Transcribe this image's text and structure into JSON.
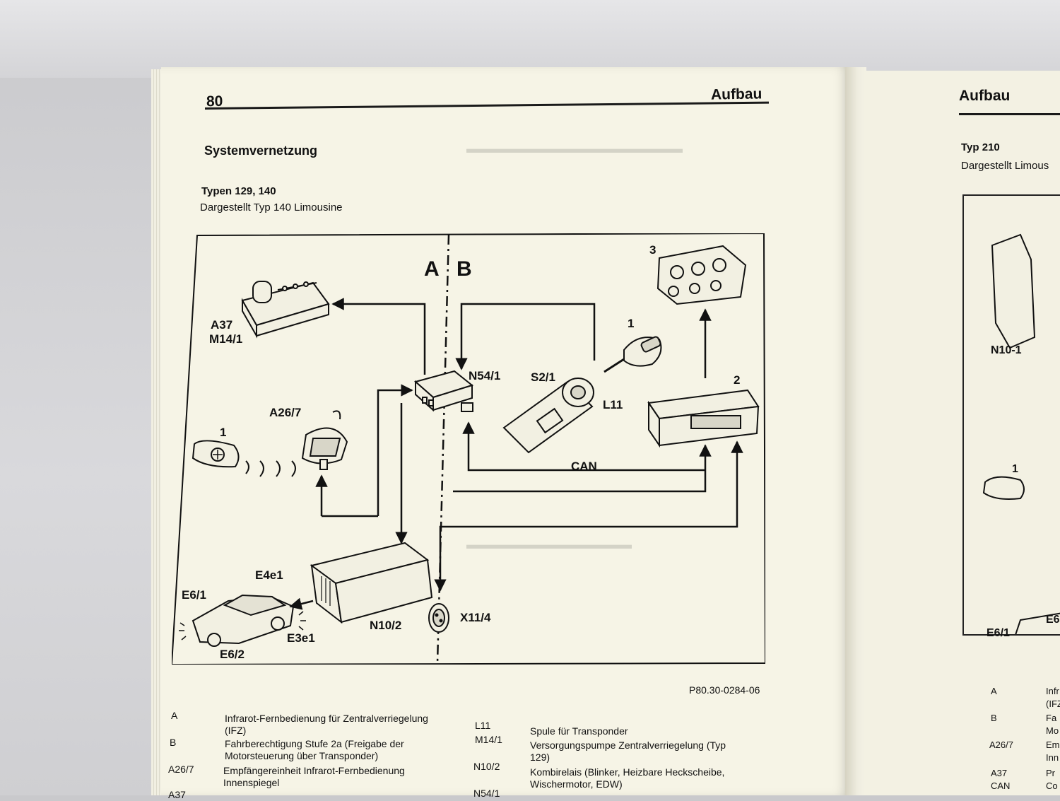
{
  "left_page": {
    "page_number": "80",
    "running_header": "Aufbau",
    "section_title": "Systemvernetzung",
    "types": "Typen 129, 140",
    "shown_as": "Dargestellt Typ 140 Limousine",
    "diagram": {
      "zone_a": "A",
      "zone_b": "B",
      "labels": {
        "a37": "A37",
        "m14_1": "M14/1",
        "a26_7": "A26/7",
        "n54_1": "N54/1",
        "s2_1": "S2/1",
        "l11": "L11",
        "can": "CAN",
        "n10_2": "N10/2",
        "x11_4": "X11/4",
        "e4e1": "E4e1",
        "e6_1": "E6/1",
        "e3e1": "E3e1",
        "e6_2": "E6/2",
        "num1_key": "1",
        "num1_top": "1",
        "num2": "2",
        "num3": "3"
      },
      "figure_code": "P80.30-0284-06"
    },
    "legend_left": [
      {
        "key": "A",
        "text": "Infrarot-Fernbedienung für Zentralverriegelung (IFZ)"
      },
      {
        "key": "B",
        "text": "Fahrberechtigung Stufe 2a (Freigabe der Motorsteuerung über Transponder)"
      },
      {
        "key": "A26/7",
        "text": "Empfängereinheit Infrarot-Fernbedienung Innenspiegel"
      },
      {
        "key": "A37",
        "text": ""
      }
    ],
    "legend_right": [
      {
        "key": "L11",
        "text": "Spule für Transponder"
      },
      {
        "key": "M14/1",
        "text": "Versorgungspumpe Zentralverriegelung (Typ 129)"
      },
      {
        "key": "N10/2",
        "text": "Kombirelais (Blinker, Heizbare Heckscheibe, Wischermotor, EDW)"
      },
      {
        "key": "N54/1",
        "text": ""
      }
    ]
  },
  "right_page": {
    "running_header": "Aufbau",
    "type": "Typ 210",
    "shown_as": "Dargestellt Limous",
    "labels": {
      "n10_1": "N10-1",
      "num1": "1",
      "e6_1": "E6/1",
      "e6": "E6"
    },
    "legend": [
      {
        "key": "A",
        "text": "Infr"
      },
      {
        "key": "",
        "text": "(IFZ"
      },
      {
        "key": "B",
        "text": "Fa"
      },
      {
        "key": "",
        "text": "Mo"
      },
      {
        "key": "A26/7",
        "text": "Em"
      },
      {
        "key": "",
        "text": "Inn"
      },
      {
        "key": "A37",
        "text": "Pr"
      },
      {
        "key": "CAN",
        "text": "Co"
      }
    ]
  }
}
